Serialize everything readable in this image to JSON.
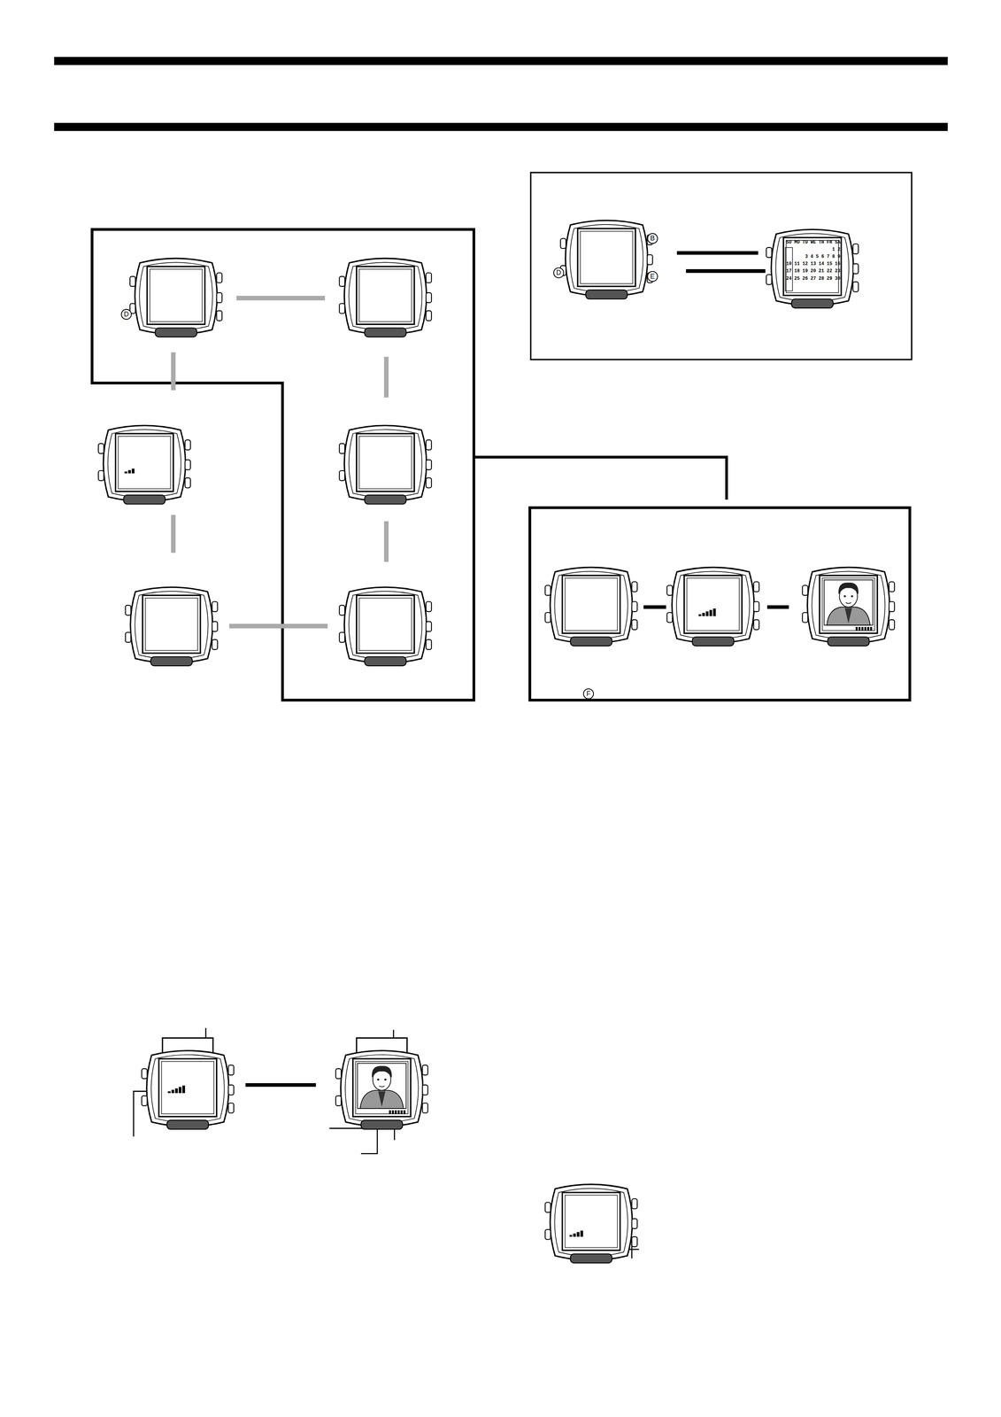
{
  "diagram": {
    "labels": [
      "D",
      "B",
      "D",
      "E",
      "F",
      "SU MO TU WE TH FR SA",
      "1 2",
      "3 4 5 6 7 8 9",
      "10 11 12 13 14 15 16",
      "17 18 19 20 21 22 23",
      "24 25 26 27 28 29 30"
    ]
  }
}
